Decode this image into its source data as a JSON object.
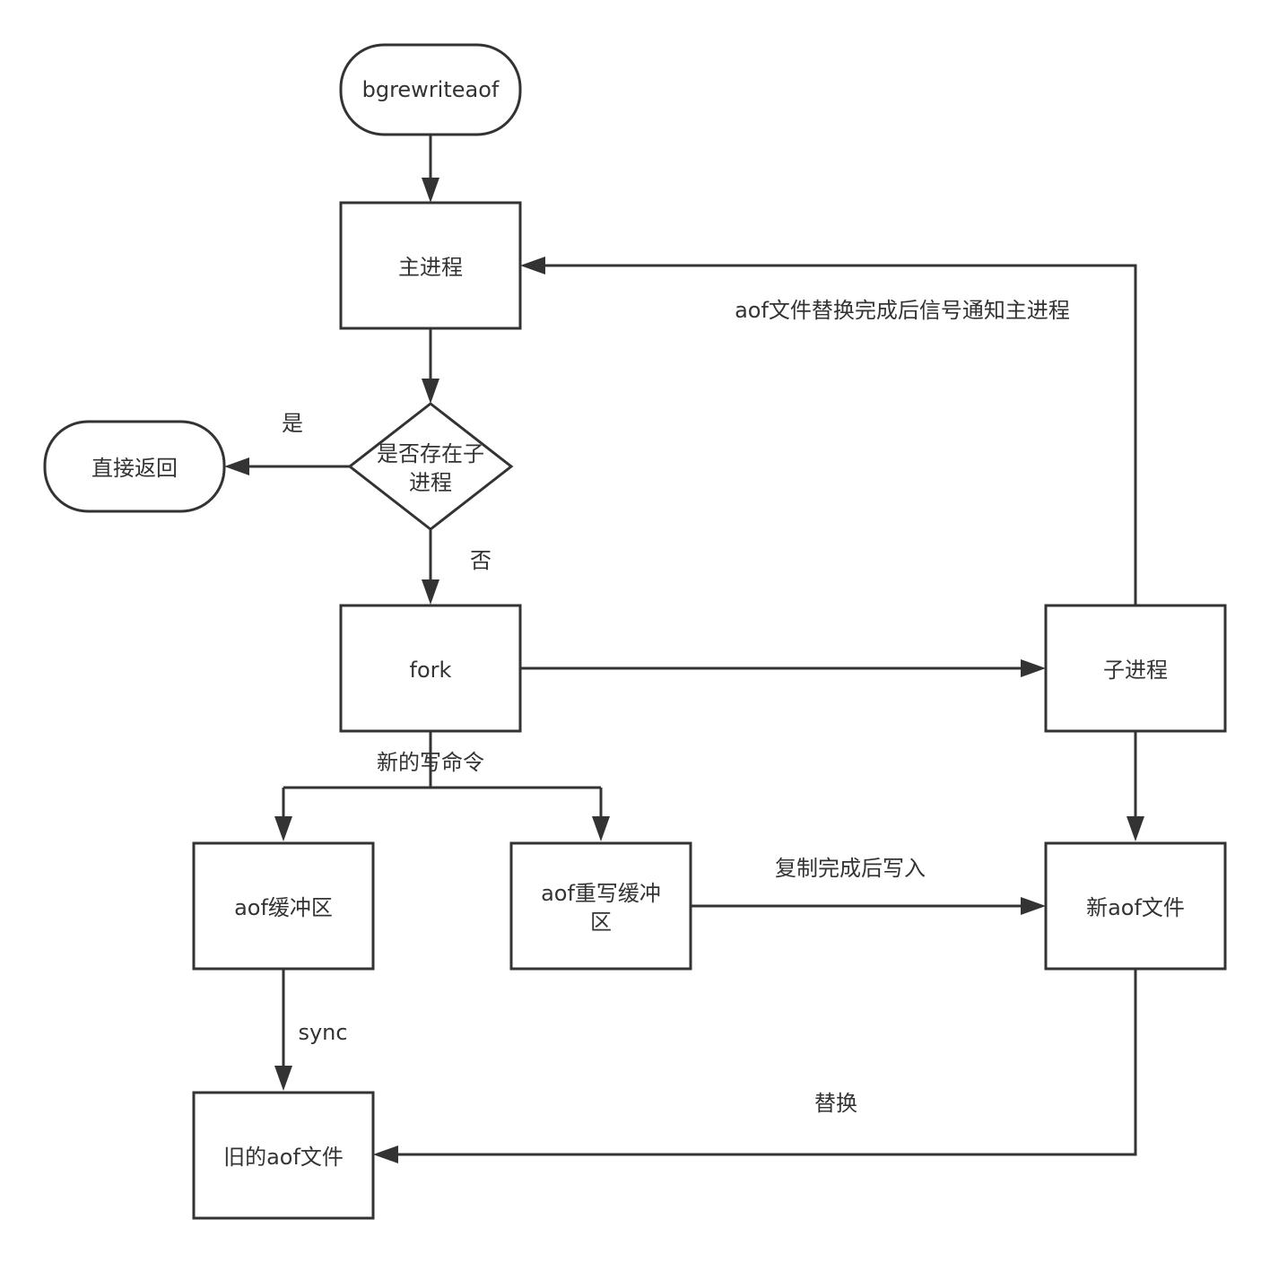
{
  "nodes": {
    "bgrewriteaof": {
      "label": "bgrewriteaof"
    },
    "main_process": {
      "label": "主进程"
    },
    "has_child": {
      "line1": "是否存在子",
      "line2": "进程"
    },
    "direct_return": {
      "label": "直接返回"
    },
    "fork": {
      "label": "fork"
    },
    "child_process": {
      "label": "子进程"
    },
    "aof_buffer": {
      "label": "aof缓冲区"
    },
    "aof_rewrite_buffer": {
      "line1": "aof重写缓冲",
      "line2": "区"
    },
    "new_aof_file": {
      "label": "新aof文件"
    },
    "old_aof_file": {
      "label": "旧的aof文件"
    }
  },
  "edges": {
    "yes": "是",
    "no": "否",
    "new_write_commands": "新的写命令",
    "signal_notify": "aof文件替换完成后信号通知主进程",
    "copy_then_write": "复制完成后写入",
    "sync": "sync",
    "replace": "替换"
  },
  "colors": {
    "stroke": "#333333",
    "background": "#ffffff",
    "text": "#333333"
  }
}
